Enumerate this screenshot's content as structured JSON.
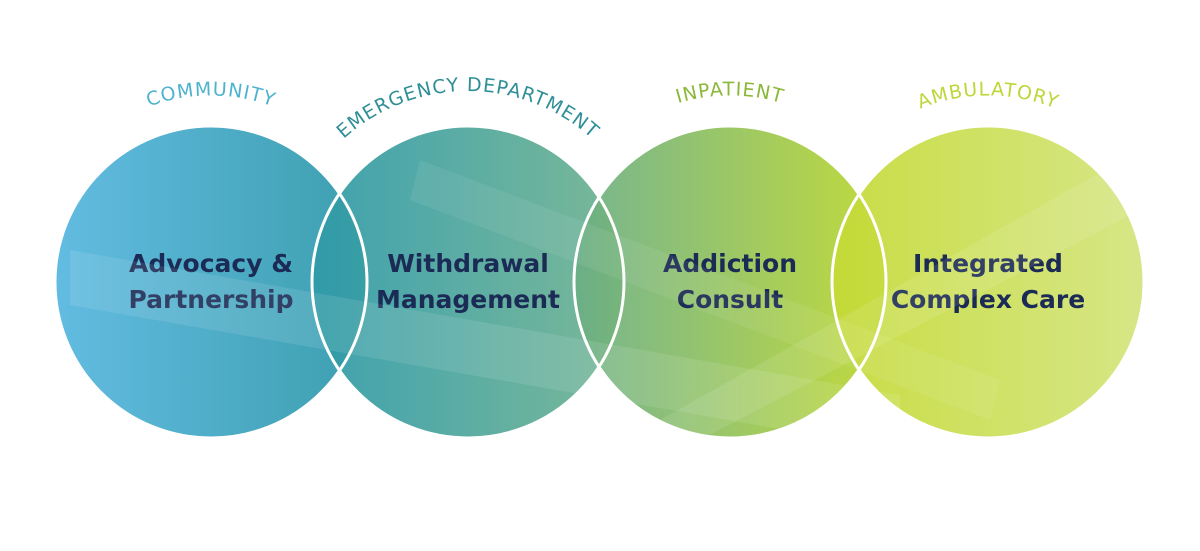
{
  "colors": {
    "background": "#ffffff",
    "label_text": "#1b2b55",
    "outline": "#ffffff"
  },
  "stages": [
    {
      "setting": "COMMUNITY",
      "setting_color": "#4fb3cf",
      "title_lines": [
        "Advocacy &",
        "Partnership"
      ],
      "fill_from": "#55b6df",
      "fill_to": "#2c97a8"
    },
    {
      "setting": "EMERGENCY DEPARTMENT",
      "setting_color": "#2f8f97",
      "title_lines": [
        "Withdrawal",
        "Management"
      ],
      "fill_from": "#2e9aa8",
      "fill_to": "#6fb28f"
    },
    {
      "setting": "INPATIENT",
      "setting_color": "#8cb83a",
      "title_lines": [
        "Addiction",
        "Consult"
      ],
      "fill_from": "#6aae86",
      "fill_to": "#bcd72c"
    },
    {
      "setting": "AMBULATORY",
      "setting_color": "#bfd63a",
      "title_lines": [
        "Integrated",
        "Complex Care"
      ],
      "fill_from": "#c4da35",
      "fill_to": "#d3e47c"
    }
  ]
}
